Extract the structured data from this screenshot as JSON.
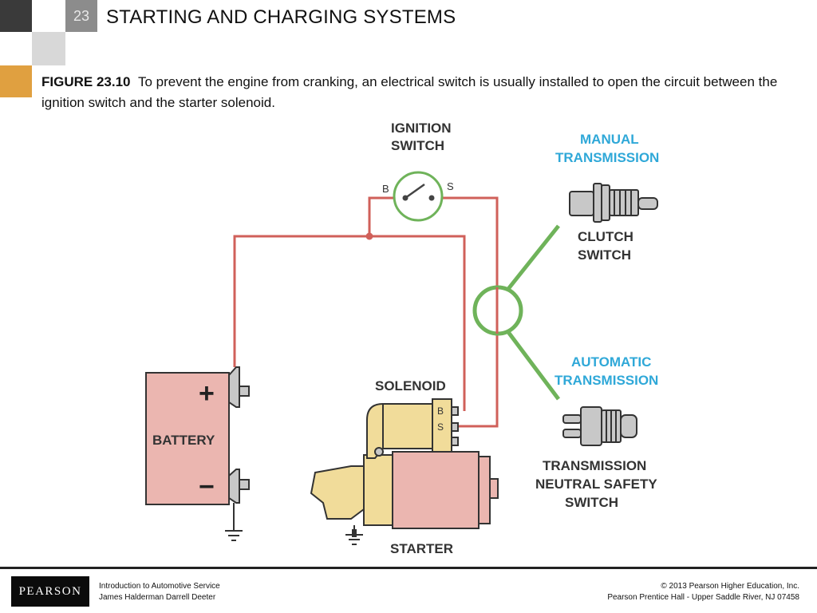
{
  "header": {
    "chapter_number": "23",
    "title": "STARTING AND CHARGING SYSTEMS"
  },
  "caption": {
    "figure_label": "FIGURE 23.10",
    "text": "To prevent the engine from cranking, an electrical switch is usually installed to open the circuit between the ignition switch and the starter solenoid."
  },
  "diagram": {
    "ignition_switch_label_1": "IGNITION",
    "ignition_switch_label_2": "SWITCH",
    "terminal_b": "B",
    "terminal_s": "S",
    "manual_label_1": "MANUAL",
    "manual_label_2": "TRANSMISSION",
    "clutch_label_1": "CLUTCH",
    "clutch_label_2": "SWITCH",
    "automatic_label_1": "AUTOMATIC",
    "automatic_label_2": "TRANSMISSION",
    "neutral_label_1": "TRANSMISSION",
    "neutral_label_2": "NEUTRAL SAFETY",
    "neutral_label_3": "SWITCH",
    "solenoid_label": "SOLENOID",
    "solenoid_b": "B",
    "solenoid_s": "S",
    "battery_label": "BATTERY",
    "battery_plus": "+",
    "battery_minus": "−",
    "starter_label": "STARTER",
    "colors": {
      "wire": "#d0605a",
      "switch_green": "#6fb35a",
      "blue_label": "#2fa8d8",
      "battery_fill": "#ebb6b0",
      "solenoid_fill": "#f1dc9a",
      "starter_fill": "#ebb6b0"
    }
  },
  "footer": {
    "logo": "PEARSON",
    "book_title": "Introduction to Automotive Service",
    "authors": "James Halderman  Darrell Deeter",
    "copyright": "© 2013  Pearson Higher Education, Inc.",
    "publisher": "Pearson Prentice Hall - Upper Saddle River, NJ 07458"
  }
}
